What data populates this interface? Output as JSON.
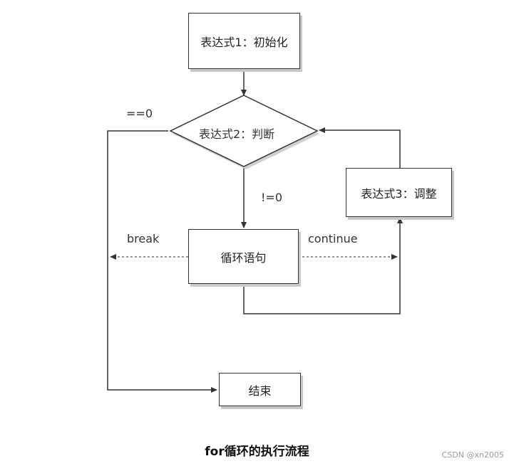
{
  "nodes": {
    "init": "表达式1：初始化",
    "cond": "表达式2：判断",
    "adjust": "表达式3：调整",
    "body": "循环语句",
    "end": "结束"
  },
  "edges": {
    "false": "==0",
    "true": "!=0",
    "break": "break",
    "continue": "continue"
  },
  "caption": "for循环的执行流程",
  "watermark": "CSDN @xn2005"
}
